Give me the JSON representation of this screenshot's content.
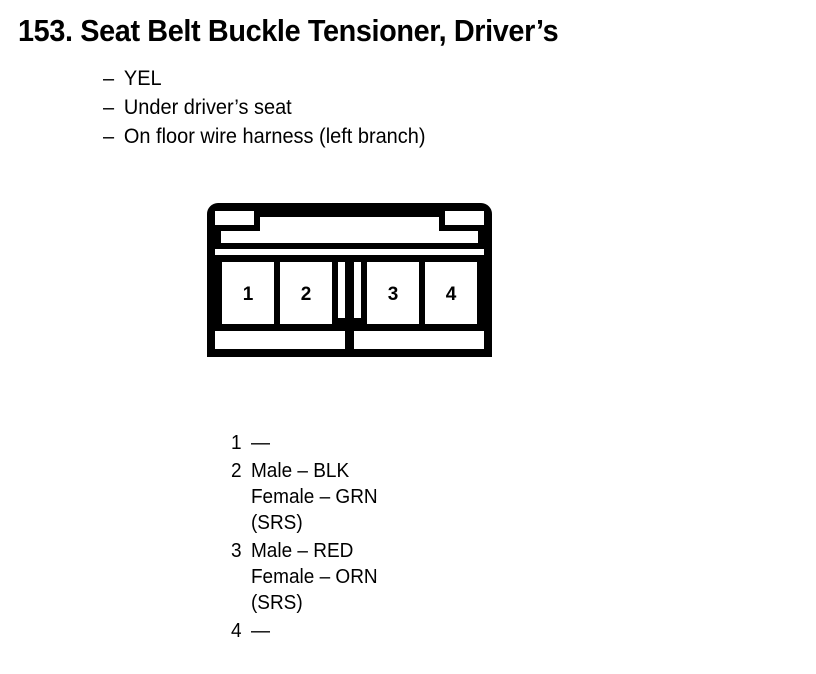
{
  "page": {
    "item_number": "153.",
    "title": "Seat Belt Buckle Tensioner, Driver’s",
    "full_title": "153. Seat Belt Buckle Tensioner, Driver’s"
  },
  "details": {
    "dash": "–",
    "items": [
      "YEL",
      "Under driver’s seat",
      "On floor wire harness (left branch)"
    ]
  },
  "connector": {
    "name": "4-cavity connector",
    "cavity_count": 4,
    "cavities": [
      {
        "label": "1"
      },
      {
        "label": "2"
      },
      {
        "label": "3"
      },
      {
        "label": "4"
      }
    ]
  },
  "pin_legend": {
    "entries": [
      {
        "pin": "1",
        "lines": [
          "—"
        ]
      },
      {
        "pin": "2",
        "lines": [
          "Male – BLK",
          "Female – GRN",
          "(SRS)"
        ]
      },
      {
        "pin": "3",
        "lines": [
          "Male – RED",
          "Female – ORN",
          "(SRS)"
        ]
      },
      {
        "pin": "4",
        "lines": [
          "—"
        ]
      }
    ]
  },
  "colors": {
    "ink": "#000000",
    "paper": "#ffffff"
  }
}
